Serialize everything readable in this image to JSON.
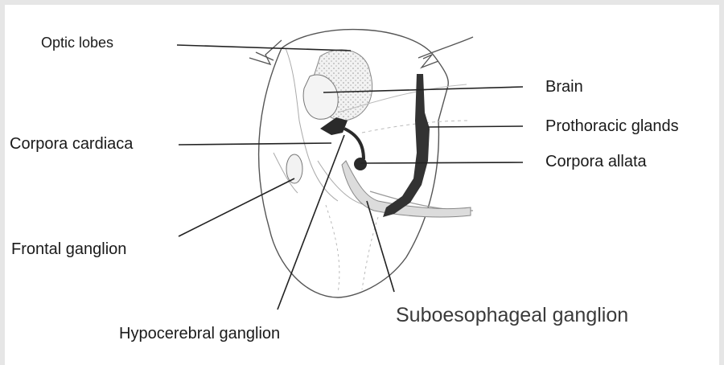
{
  "diagram": {
    "labels": {
      "optic_lobes": "Optic lobes",
      "brain": "Brain",
      "prothoracic_glands": "Prothoracic glands",
      "corpora_cardiaca": "Corpora cardiaca",
      "corpora_allata": "Corpora allata",
      "frontal_ganglion": "Frontal ganglion",
      "hypocerebral_ganglion": "Hypocerebral ganglion",
      "suboesophageal_ganglion": "Suboesophageal ganglion"
    }
  }
}
